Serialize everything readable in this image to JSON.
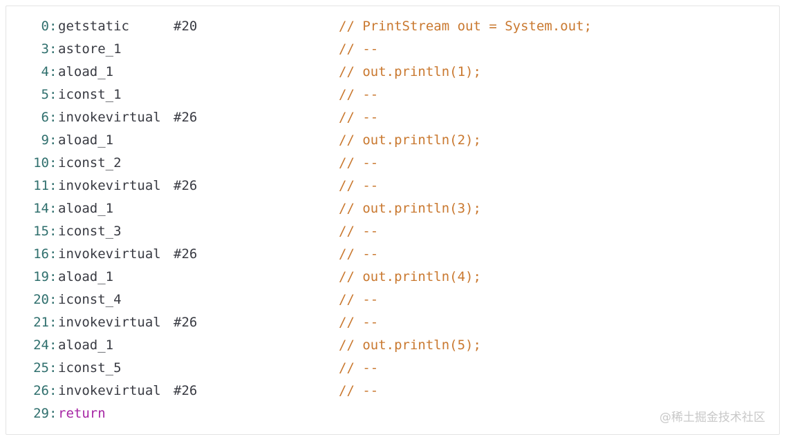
{
  "code": {
    "lines": [
      {
        "offset": "0",
        "opcode": "getstatic",
        "operand": "#20",
        "comment": "// PrintStream out = System.out;"
      },
      {
        "offset": "3",
        "opcode": "astore_1",
        "operand": "",
        "comment": "// --"
      },
      {
        "offset": "4",
        "opcode": "aload_1",
        "operand": "",
        "comment": "// out.println(1);"
      },
      {
        "offset": "5",
        "opcode": "iconst_1",
        "operand": "",
        "comment": "// --"
      },
      {
        "offset": "6",
        "opcode": "invokevirtual",
        "operand": "#26",
        "comment": "// --"
      },
      {
        "offset": "9",
        "opcode": "aload_1",
        "operand": "",
        "comment": "// out.println(2);"
      },
      {
        "offset": "10",
        "opcode": "iconst_2",
        "operand": "",
        "comment": "// --"
      },
      {
        "offset": "11",
        "opcode": "invokevirtual",
        "operand": "#26",
        "comment": "// --"
      },
      {
        "offset": "14",
        "opcode": "aload_1",
        "operand": "",
        "comment": "// out.println(3);"
      },
      {
        "offset": "15",
        "opcode": "iconst_3",
        "operand": "",
        "comment": "// --"
      },
      {
        "offset": "16",
        "opcode": "invokevirtual",
        "operand": "#26",
        "comment": "// --"
      },
      {
        "offset": "19",
        "opcode": "aload_1",
        "operand": "",
        "comment": "// out.println(4);"
      },
      {
        "offset": "20",
        "opcode": "iconst_4",
        "operand": "",
        "comment": "// --"
      },
      {
        "offset": "21",
        "opcode": "invokevirtual",
        "operand": "#26",
        "comment": "// --"
      },
      {
        "offset": "24",
        "opcode": "aload_1",
        "operand": "",
        "comment": "// out.println(5);"
      },
      {
        "offset": "25",
        "opcode": "iconst_5",
        "operand": "",
        "comment": "// --"
      },
      {
        "offset": "26",
        "opcode": "invokevirtual",
        "operand": "#26",
        "comment": "// --"
      },
      {
        "offset": "29",
        "opcode": "return",
        "operand": "",
        "comment": ""
      }
    ],
    "colors": {
      "offset": "#2f6f6d",
      "opcode": "#383a42",
      "keyword": "#a626a4",
      "comment": "#c9782f"
    }
  },
  "watermark": "@稀土掘金技术社区"
}
